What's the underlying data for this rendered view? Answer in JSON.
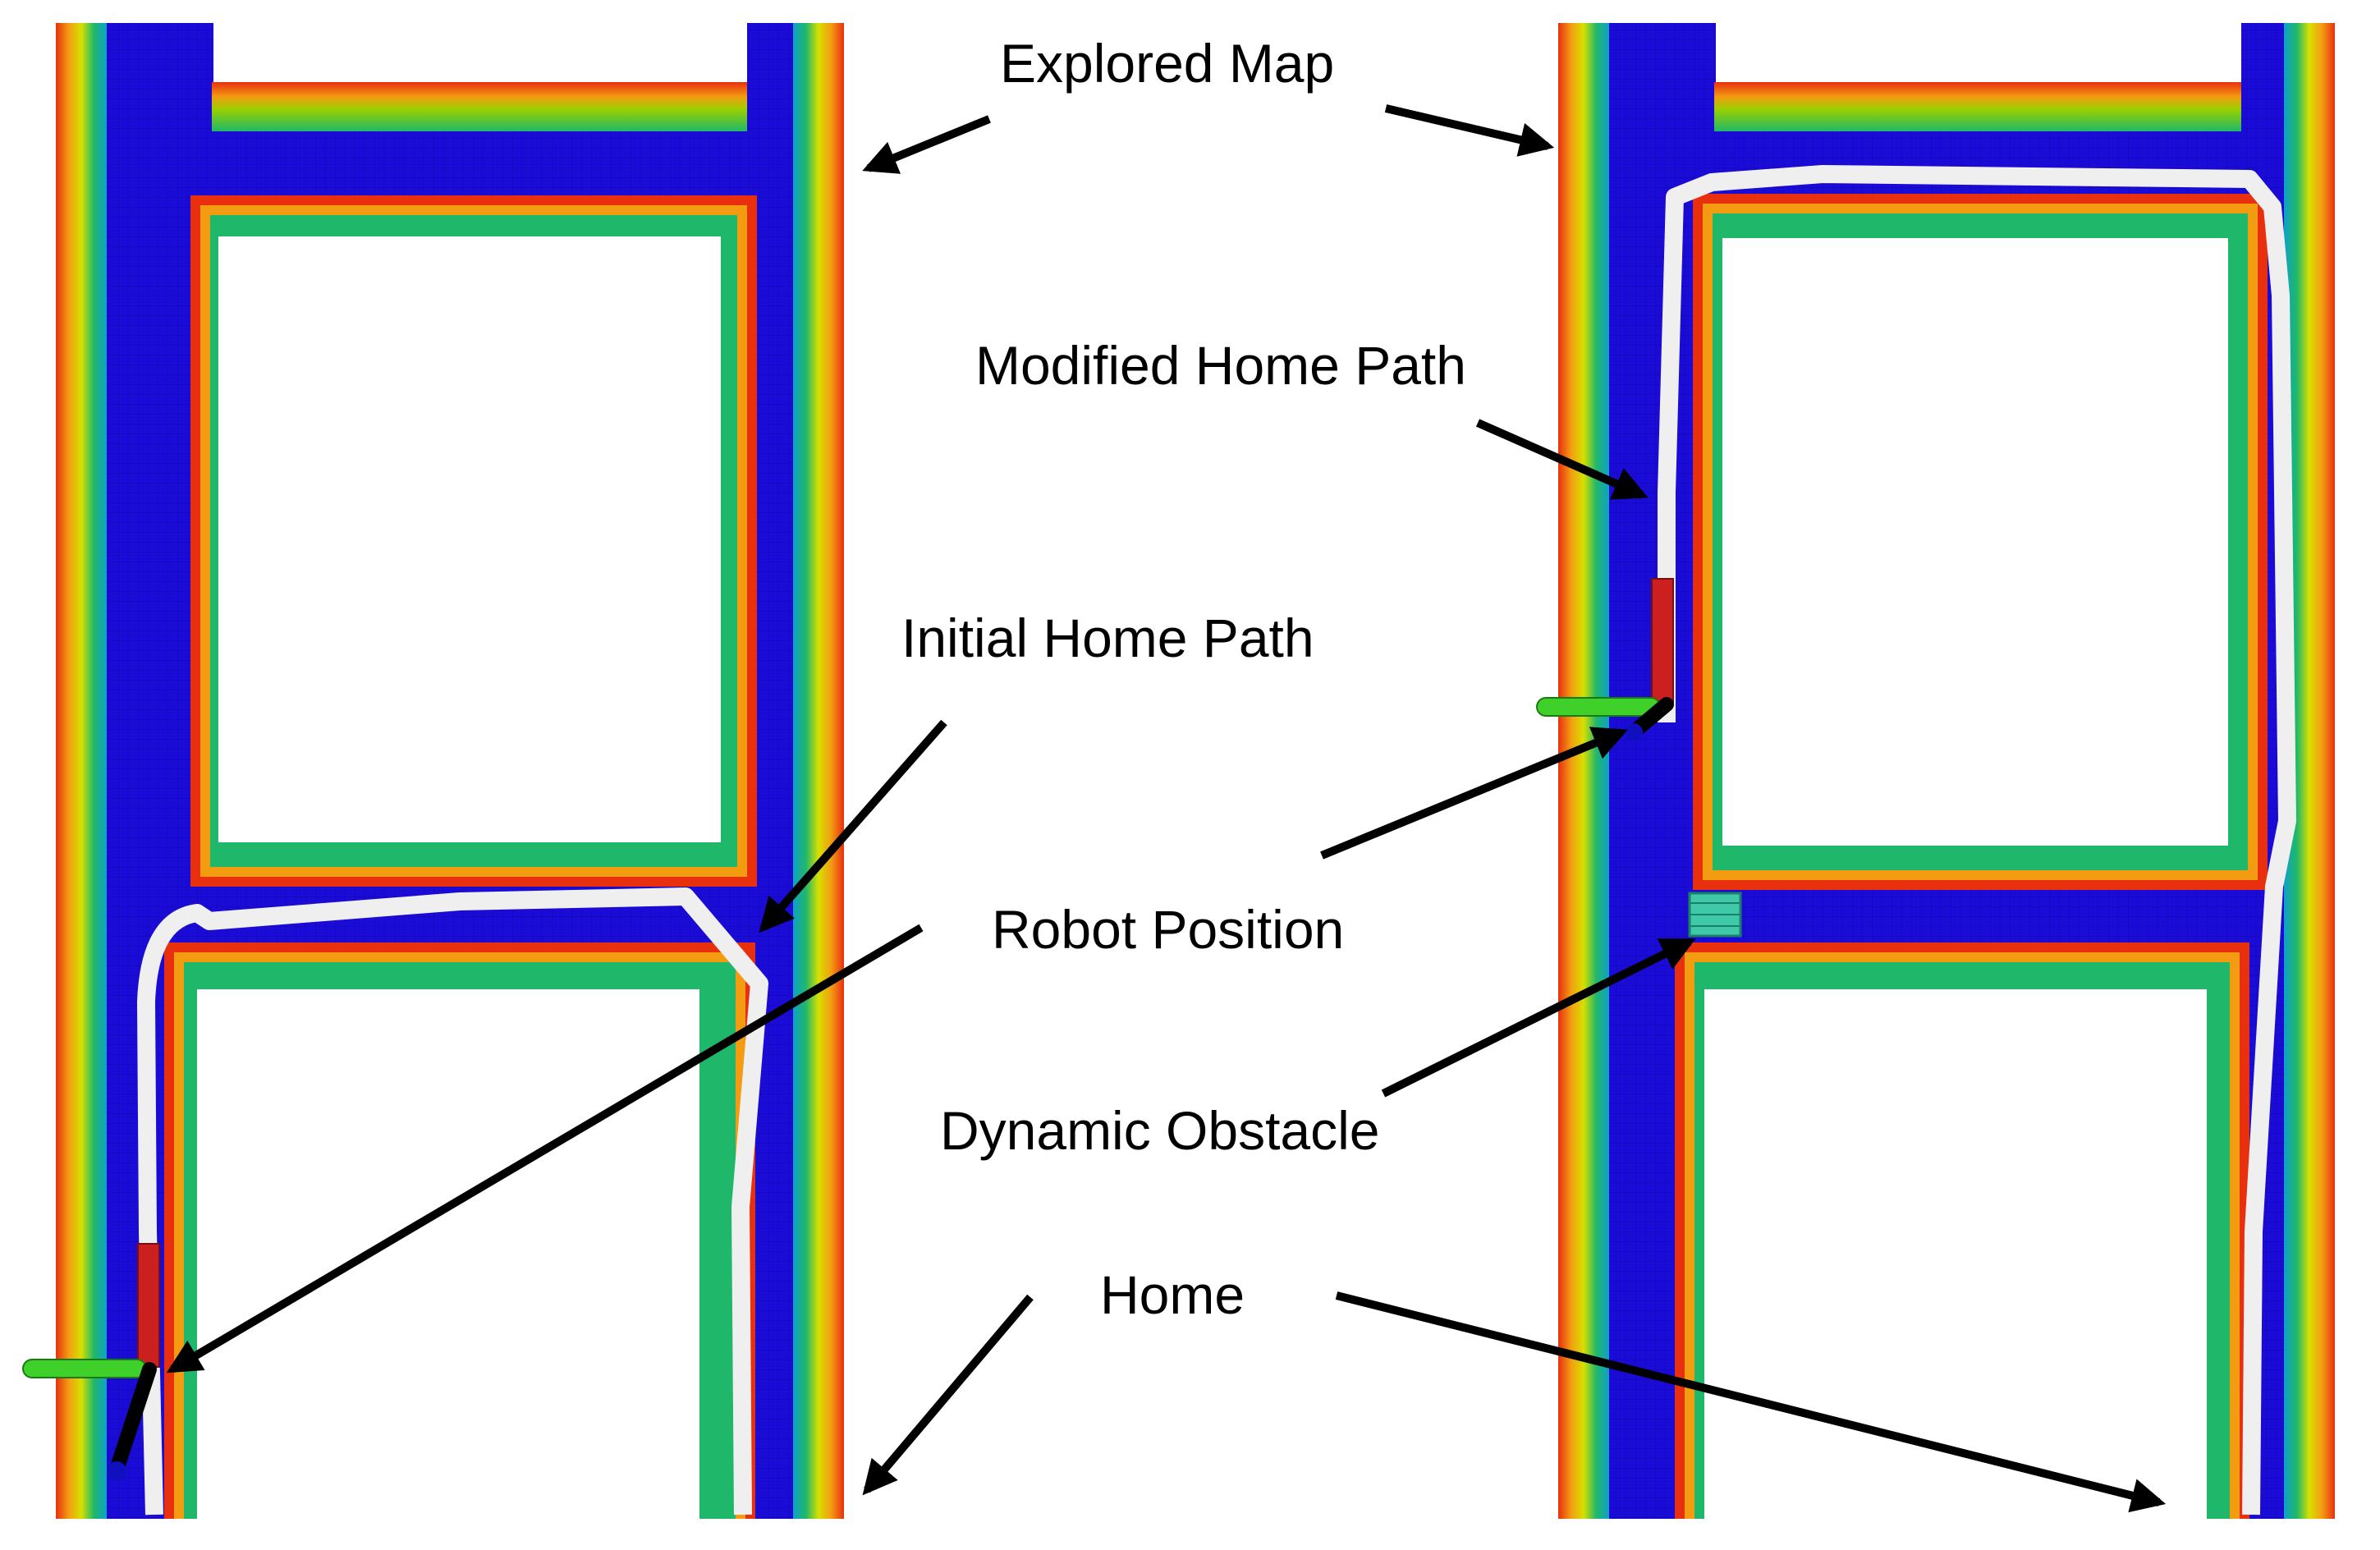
{
  "annotations": {
    "explored_map": "Explored Map",
    "modified_home_path": "Modified Home Path",
    "initial_home_path": "Initial Home Path",
    "robot_position": "Robot Position",
    "dynamic_obstacle": "Dynamic Obstacle",
    "home": "Home"
  },
  "colors": {
    "free_space": "#1b0bd6",
    "wall_outer": "#e8300f",
    "wall_mid": "#f39c12",
    "wall_inner": "#1fb86a",
    "path": "#efefef",
    "arrow": "#000000",
    "axis_x": "#cc1f1f",
    "axis_y": "#3fd02a",
    "axis_z": "#1010c0",
    "obstacle": "#3fc9a8"
  },
  "icons": {
    "robot_axes": "robot-axes-icon",
    "dynamic_obstacle": "obstacle-block-icon"
  }
}
